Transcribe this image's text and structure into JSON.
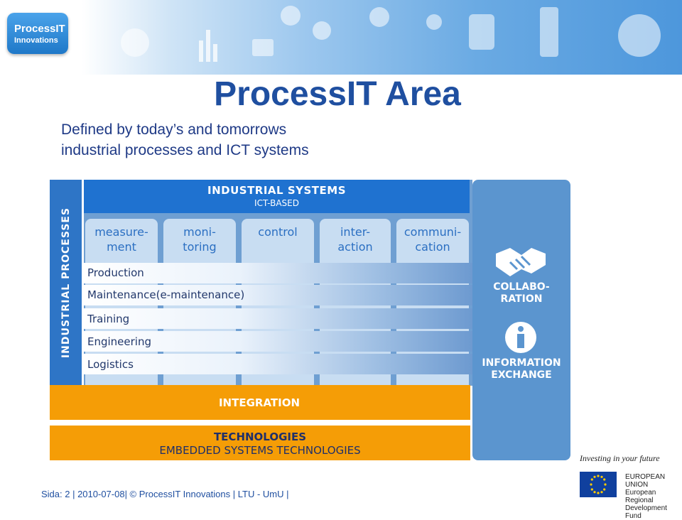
{
  "logo": {
    "line1": "ProcessIT",
    "line2": "Innovations"
  },
  "title": "ProcessIT Area",
  "subtitle": {
    "line1": "Defined by today’s and tomorrows",
    "line2": "industrial processes and ICT systems"
  },
  "diagram": {
    "left_label": "INDUSTRIAL PROCESSES",
    "header": {
      "title": "INDUSTRIAL SYSTEMS",
      "subtitle": "ICT-BASED"
    },
    "columns": [
      {
        "line1": "measure-",
        "line2": "ment"
      },
      {
        "line1": "moni-",
        "line2": "toring"
      },
      {
        "line1": "control",
        "line2": ""
      },
      {
        "line1": "inter-",
        "line2": "action"
      },
      {
        "line1": "communi-",
        "line2": "cation"
      }
    ],
    "processes": [
      "Production",
      "Maintenance(e-maintenance)",
      "Training",
      "Engineering",
      "Logistics"
    ],
    "right": {
      "collab_1": "COLLABO-",
      "collab_2": "RATION",
      "info_1": "INFORMATION",
      "info_2": "EXCHANGE"
    },
    "integration": "INTEGRATION",
    "technologies": {
      "title": "TECHNOLOGIES",
      "subtitle": "EMBEDDED SYSTEMS TECHNOLOGIES"
    }
  },
  "footer": "Sida: 2 | 2010-07-08| © ProcessIT Innovations | LTU - UmU |",
  "eu": {
    "tagline": "Investing in your future",
    "line1": "EUROPEAN",
    "line2": "UNION",
    "line3": "European Regional",
    "line4": "Development Fund"
  },
  "colors": {
    "primary_blue": "#1f72d0",
    "orange": "#f59d06",
    "title_blue": "#1f4fa0"
  }
}
